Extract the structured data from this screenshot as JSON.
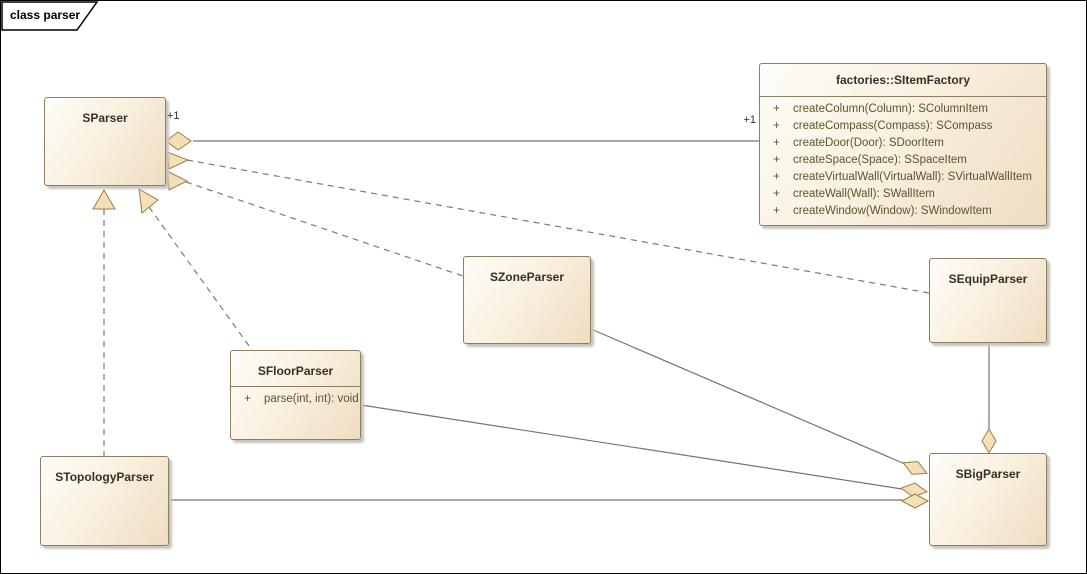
{
  "frame": {
    "tab_label": "class parser"
  },
  "colors": {
    "box_fill_light": "#fefdf9",
    "box_fill_dark": "#eeddc2",
    "box_border": "#8e7e62",
    "title_text": "#35302a",
    "method_text": "#57572b",
    "connector_line": "#757575",
    "shape_fill": "#f4dfb6",
    "shape_border": "#9a8047",
    "background": "#ffffff"
  },
  "classes": {
    "sparser": {
      "name": "SParser"
    },
    "factory": {
      "name": "factories::SItemFactory",
      "methods": [
        {
          "vis": "+",
          "sig": "createColumn(Column): SColumnItem"
        },
        {
          "vis": "+",
          "sig": "createCompass(Compass): SCompass"
        },
        {
          "vis": "+",
          "sig": "createDoor(Door): SDoorItem"
        },
        {
          "vis": "+",
          "sig": "createSpace(Space): SSpaceItem"
        },
        {
          "vis": "+",
          "sig": "createVirtualWall(VirtualWall): SVirtualWallItem"
        },
        {
          "vis": "+",
          "sig": "createWall(Wall): SWallItem"
        },
        {
          "vis": "+",
          "sig": "createWindow(Window): SWindowItem"
        }
      ]
    },
    "szone": {
      "name": "SZoneParser"
    },
    "sfloor": {
      "name": "SFloorParser",
      "methods": [
        {
          "vis": "+",
          "sig": "parse(int, int): void"
        }
      ]
    },
    "stopology": {
      "name": "STopologyParser"
    },
    "sequip": {
      "name": "SEquipParser"
    },
    "sbig": {
      "name": "SBigParser"
    }
  },
  "edge_labels": {
    "sparser_mult": "+1",
    "factory_mult": "+1"
  }
}
